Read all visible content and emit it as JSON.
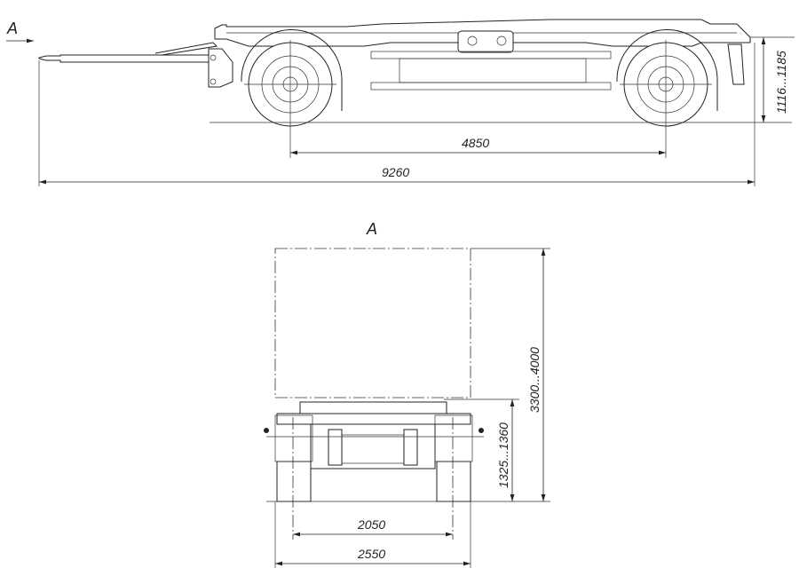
{
  "side_view": {
    "view_marker": "A",
    "dimensions": {
      "wheelbase": "4850",
      "overall_length": "9260",
      "coupling_height": "1116...1185"
    }
  },
  "rear_view": {
    "title": "A",
    "dimensions": {
      "load_height": "3300...4000",
      "platform_height": "1325...1360",
      "track_width": "2050",
      "overall_width": "2550"
    }
  }
}
